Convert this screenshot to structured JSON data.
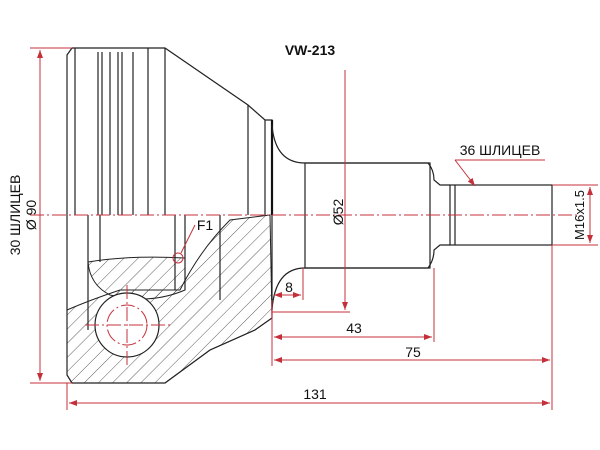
{
  "title": "VW-213",
  "labels": {
    "left_splines": "30 ШЛИЦЕВ",
    "outer_diameter": "Ø 90",
    "right_splines": "36 ШЛИЦЕВ",
    "shaft_diameter": "Ø52",
    "thread": "M16x1.5",
    "detail": "F1"
  },
  "dimensions": {
    "d8": "8",
    "d43": "43",
    "d75": "75",
    "d131": "131"
  },
  "colors": {
    "dimension": "#c4303a",
    "outline": "#222222"
  }
}
